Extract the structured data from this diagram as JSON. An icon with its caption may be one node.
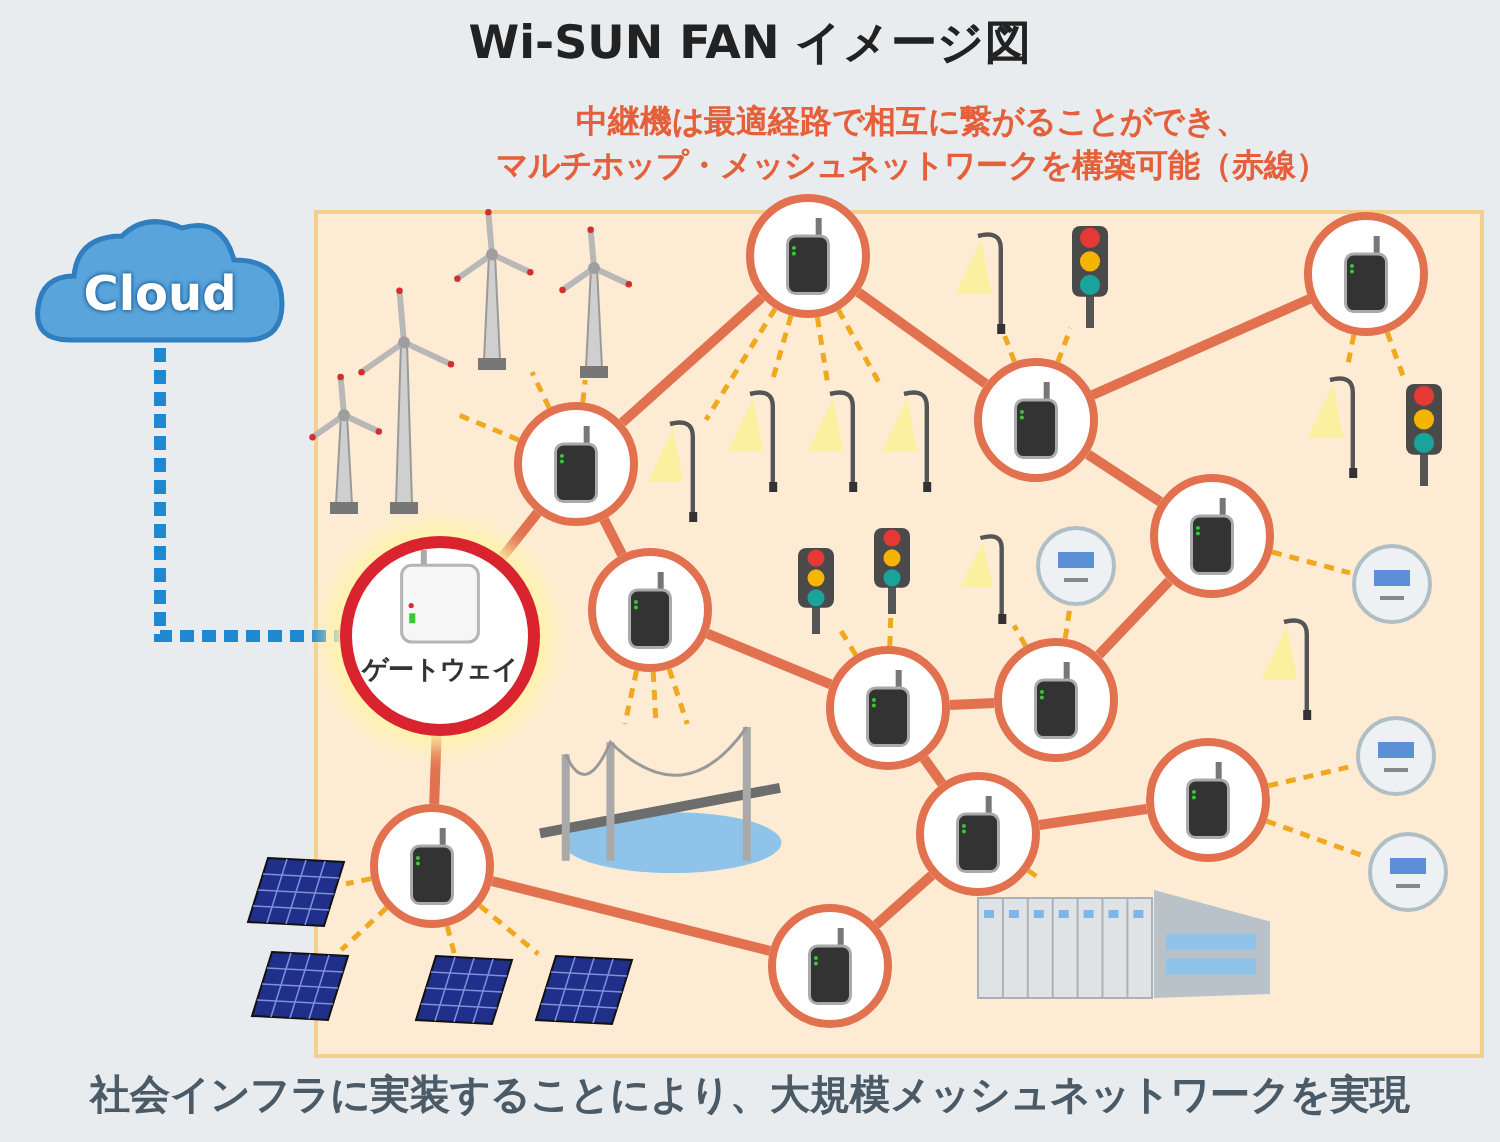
{
  "diagram": {
    "title": "Wi-SUN FAN イメージ図",
    "caption": "社会インフラに実装することにより、大規模メッシュネットワークを実現",
    "labels": [
      "中継機は最適経路で相互に繋がることができ、マルチホップ・メッシュネットワークを構築可能（赤線）"
    ],
    "nodes": [
      {
        "text": [
          "Cloud"
        ]
      },
      {
        "text": [
          "ゲートウェイ"
        ]
      },
      {
        "text": [],
        "shape": "circle"
      },
      {
        "text": [],
        "shape": "circle"
      },
      {
        "text": [],
        "shape": "circle"
      },
      {
        "text": [],
        "shape": "circle"
      },
      {
        "text": [],
        "shape": "circle"
      },
      {
        "text": [],
        "shape": "circle"
      },
      {
        "text": [],
        "shape": "circle"
      },
      {
        "text": [],
        "shape": "circle"
      },
      {
        "text": [],
        "shape": "circle"
      },
      {
        "text": [],
        "shape": "circle"
      },
      {
        "text": [],
        "shape": "circle"
      },
      {
        "text": [],
        "shape": "circle"
      },
      {
        "text": [],
        "shape": "picture"
      },
      {
        "text": [],
        "shape": "picture"
      },
      {
        "text": [],
        "shape": "picture"
      },
      {
        "text": [],
        "shape": "picture"
      },
      {
        "text": [],
        "shape": "picture"
      },
      {
        "text": [],
        "shape": "picture"
      },
      {
        "text": [],
        "shape": "picture"
      },
      {
        "text": [],
        "shape": "picture"
      },
      {
        "text": [],
        "shape": "picture"
      },
      {
        "text": [],
        "shape": "picture"
      },
      {
        "text": [],
        "shape": "picture"
      },
      {
        "text": [],
        "shape": "picture"
      },
      {
        "text": [],
        "shape": "picture"
      },
      {
        "text": [],
        "shape": "picture"
      },
      {
        "text": [],
        "shape": "picture"
      },
      {
        "text": [],
        "shape": "picture"
      },
      {
        "text": [],
        "shape": "picture"
      },
      {
        "text": [],
        "shape": "picture"
      },
      {
        "text": [],
        "shape": "picture"
      },
      {
        "text": [],
        "shape": "picture"
      },
      {
        "text": [],
        "shape": "picture"
      },
      {
        "text": [],
        "shape": "picture"
      },
      {
        "text": [],
        "shape": "picture"
      },
      {
        "text": [],
        "shape": "picture"
      },
      {
        "text": [],
        "shape": "picture"
      },
      {
        "text": [],
        "shape": "picture"
      }
    ],
    "edges": [
      {
        "from": 0,
        "to": 1,
        "arrow": "none",
        "style": "dashed",
        "color": "#1e88d0"
      },
      {
        "from": 1,
        "to": 2,
        "arrow": "none",
        "style": "thick",
        "color": "#e2714f"
      },
      {
        "from": 2,
        "to": 3,
        "arrow": "none",
        "style": "thick",
        "color": "#e2714f"
      },
      {
        "from": 2,
        "to": 7,
        "arrow": "none",
        "style": "thick",
        "color": "#e2714f"
      },
      {
        "from": 3,
        "to": 4,
        "arrow": "none",
        "style": "thick",
        "color": "#e2714f"
      },
      {
        "from": 4,
        "to": 5,
        "arrow": "none",
        "style": "thick",
        "color": "#e2714f"
      },
      {
        "from": 4,
        "to": 6,
        "arrow": "none",
        "style": "thick",
        "color": "#e2714f"
      },
      {
        "from": 6,
        "to": 9,
        "arrow": "none",
        "style": "thick",
        "color": "#e2714f"
      },
      {
        "from": 7,
        "to": 8,
        "arrow": "none",
        "style": "thick",
        "color": "#e2714f"
      },
      {
        "from": 8,
        "to": 9,
        "arrow": "none",
        "style": "thick",
        "color": "#e2714f"
      },
      {
        "from": 8,
        "to": 10,
        "arrow": "none",
        "style": "thick",
        "color": "#e2714f"
      },
      {
        "from": 10,
        "to": 11,
        "arrow": "none",
        "style": "thick",
        "color": "#e2714f"
      },
      {
        "from": 10,
        "to": 13,
        "arrow": "none",
        "style": "thick",
        "color": "#e2714f"
      },
      {
        "from": 12,
        "to": 13,
        "arrow": "none",
        "style": "thick",
        "color": "#e2714f"
      },
      {
        "from": 1,
        "to": 12,
        "arrow": "none",
        "style": "thick",
        "color": "#e2714f"
      },
      {
        "from": 2,
        "to": 15,
        "arrow": "none",
        "style": "dashed"
      },
      {
        "from": 2,
        "to": 16,
        "arrow": "none",
        "style": "dashed"
      },
      {
        "from": 2,
        "to": 17,
        "arrow": "none",
        "style": "dashed"
      },
      {
        "from": 3,
        "to": 18,
        "arrow": "none",
        "style": "dashed"
      },
      {
        "from": 3,
        "to": 19,
        "arrow": "none",
        "style": "dashed"
      },
      {
        "from": 3,
        "to": 20,
        "arrow": "none",
        "style": "dashed"
      },
      {
        "from": 3,
        "to": 21,
        "arrow": "none",
        "style": "dashed"
      },
      {
        "from": 4,
        "to": 22,
        "arrow": "none",
        "style": "dashed"
      },
      {
        "from": 4,
        "to": 23,
        "arrow": "none",
        "style": "dashed"
      },
      {
        "from": 5,
        "to": 24,
        "arrow": "none",
        "style": "dashed"
      },
      {
        "from": 5,
        "to": 25,
        "arrow": "none",
        "style": "dashed"
      },
      {
        "from": 8,
        "to": 26,
        "arrow": "none",
        "style": "dashed"
      },
      {
        "from": 8,
        "to": 27,
        "arrow": "none",
        "style": "dashed"
      },
      {
        "from": 9,
        "to": 28,
        "arrow": "none",
        "style": "dashed"
      },
      {
        "from": 9,
        "to": 29,
        "arrow": "none",
        "style": "dashed"
      },
      {
        "from": 6,
        "to": 30,
        "arrow": "none",
        "style": "dashed"
      },
      {
        "from": 11,
        "to": 32,
        "arrow": "none",
        "style": "dashed"
      },
      {
        "from": 11,
        "to": 33,
        "arrow": "none",
        "style": "dashed"
      },
      {
        "from": 7,
        "to": 34,
        "arrow": "none",
        "style": "dashed"
      },
      {
        "from": 7,
        "to": 34,
        "arrow": "none",
        "style": "dashed"
      },
      {
        "from": 7,
        "to": 34,
        "arrow": "none",
        "style": "dashed"
      },
      {
        "from": 10,
        "to": 35,
        "arrow": "none",
        "style": "dashed"
      },
      {
        "from": 12,
        "to": 36,
        "arrow": "none",
        "style": "dashed"
      },
      {
        "from": 12,
        "to": 37,
        "arrow": "none",
        "style": "dashed"
      },
      {
        "from": 12,
        "to": 38,
        "arrow": "none",
        "style": "dashed"
      },
      {
        "from": 12,
        "to": 39,
        "arrow": "none",
        "style": "dashed"
      }
    ]
  }
}
